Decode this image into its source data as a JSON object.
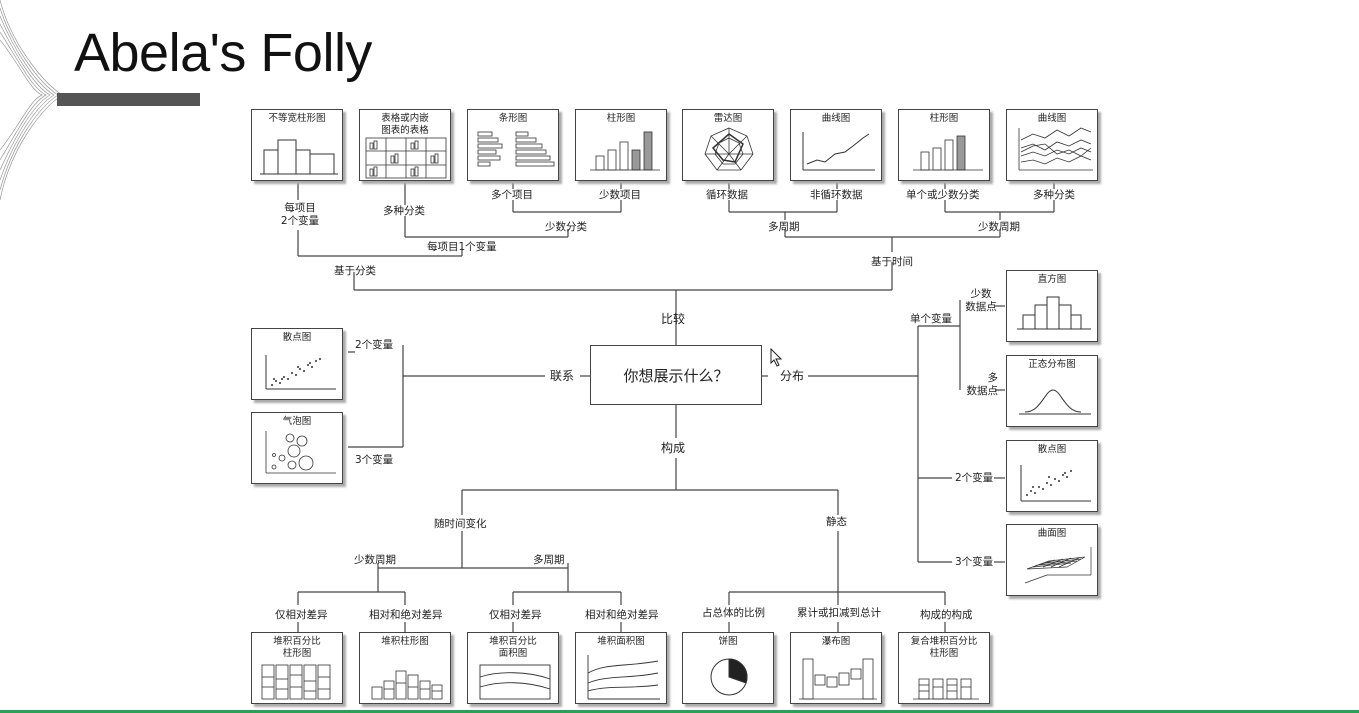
{
  "slide": {
    "title": "Abela's Folly"
  },
  "center": {
    "question": "你想展示什么？"
  },
  "branches": {
    "compare": "比较",
    "relation": "联系",
    "distribution": "分布",
    "composition": "构成"
  },
  "compare": {
    "by_category": "基于分类",
    "by_time": "基于时间",
    "two_vars_per_item": [
      "每项目",
      "2个变量"
    ],
    "one_var_per_item": "每项目1个变量",
    "many_categories": "多种分类",
    "few_categories": "少数分类",
    "many_items": "多个项目",
    "few_items": "少数项目",
    "many_periods": "多周期",
    "few_periods": "少数周期",
    "cyclic": "循环数据",
    "non_cyclic": "非循环数据",
    "single_or_few_categories": "单个或少数分类",
    "many_categories_time": "多种分类"
  },
  "relation": {
    "two_vars": "2个变量",
    "three_vars": "3个变量"
  },
  "distribution": {
    "single_var": "单个变量",
    "few_points": [
      "少数",
      "数据点"
    ],
    "many_points": [
      "多",
      "数据点"
    ],
    "two_vars": "2个变量",
    "three_vars": "3个变量"
  },
  "composition": {
    "over_time": "随时间变化",
    "static": "静态",
    "few_periods": "少数周期",
    "many_periods": "多周期",
    "relative_only_1": "仅相对差异",
    "relative_absolute_1": "相对和绝对差异",
    "relative_only_2": "仅相对差异",
    "relative_absolute_2": "相对和绝对差异",
    "share_of_total": "占总体的比例",
    "accumulate": "累计或扣减到总计",
    "components_of_components": "构成的构成"
  },
  "charts": {
    "variable_width_column": "不等宽柱形图",
    "table_embedded": [
      "表格或内嵌",
      "图表的表格"
    ],
    "bar": "条形图",
    "column": "柱形图",
    "radar": "雷达图",
    "line_few": "曲线图",
    "column_time": "柱形图",
    "line_many": "曲线图",
    "scatter_rel": "散点图",
    "bubble": "气泡图",
    "histogram": "直方图",
    "normal_dist": "正态分布图",
    "scatter_dist": "散点图",
    "surface": "曲面图",
    "stacked_pct_column": [
      "堆积百分比",
      "柱形图"
    ],
    "stacked_column": "堆积柱形图",
    "stacked_pct_area": [
      "堆积百分比",
      "面积图"
    ],
    "stacked_area": "堆积面积图",
    "pie": "饼图",
    "waterfall": "瀑布图",
    "stacked_pct_column_sub": [
      "复合堆积百分比",
      "柱形图"
    ]
  },
  "colors": {
    "line": "#444444",
    "accent": "#2e9e5b",
    "title_bar": "#555555"
  }
}
